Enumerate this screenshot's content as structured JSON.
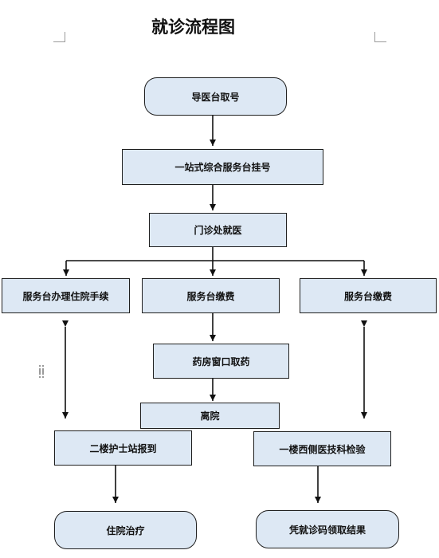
{
  "title": "就诊流程图",
  "nodes": {
    "guide_desk": "导医台取号",
    "one_stop_desk": "一站式综合服务台挂号",
    "outpatient": "门诊处就医",
    "admission_desk": "服务台办理住院手续",
    "payment_desk_center": "服务台缴费",
    "payment_desk_right": "服务台缴费",
    "pharmacy": "药房窗口取药",
    "leave": "离院",
    "nurse_station": "二楼护士站报到",
    "medical_tech": "一楼西侧医技科检验",
    "hospitalization": "住院治疗",
    "results": "凭就诊码领取结果"
  },
  "colors": {
    "box_fill": "#dde8f4",
    "box_border": "#1f1f1f",
    "arrow": "#111111"
  }
}
